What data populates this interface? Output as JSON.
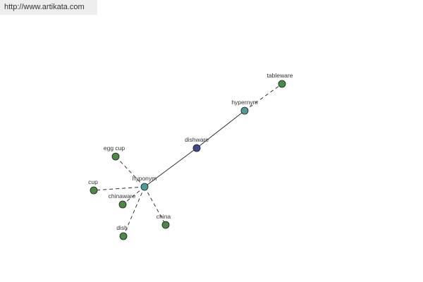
{
  "banner": {
    "url": "http://www.artikata.com"
  },
  "colors": {
    "leaf": "#4a8a44",
    "relation": "#4d9a9a",
    "center": "#3d4a8c"
  },
  "graph": {
    "nodes": [
      {
        "id": "dishware",
        "label": "dishware",
        "kind": "center"
      },
      {
        "id": "hypernym",
        "label": "hypernym",
        "kind": "relation"
      },
      {
        "id": "hyponym",
        "label": "hyponym",
        "kind": "relation"
      },
      {
        "id": "tableware",
        "label": "tableware",
        "kind": "leaf"
      },
      {
        "id": "egg-cup",
        "label": "egg cup",
        "kind": "leaf"
      },
      {
        "id": "cup",
        "label": "cup",
        "kind": "leaf"
      },
      {
        "id": "chinaware",
        "label": "chinaware",
        "kind": "leaf"
      },
      {
        "id": "china",
        "label": "china",
        "kind": "leaf"
      },
      {
        "id": "dish",
        "label": "dish",
        "kind": "leaf"
      }
    ],
    "edges": [
      {
        "from": "dishware",
        "to": "hypernym",
        "style": "solid"
      },
      {
        "from": "dishware",
        "to": "hyponym",
        "style": "solid"
      },
      {
        "from": "hypernym",
        "to": "tableware",
        "style": "dashed"
      },
      {
        "from": "hyponym",
        "to": "egg-cup",
        "style": "dashed"
      },
      {
        "from": "hyponym",
        "to": "cup",
        "style": "dashed"
      },
      {
        "from": "hyponym",
        "to": "chinaware",
        "style": "dashed"
      },
      {
        "from": "hyponym",
        "to": "china",
        "style": "dashed"
      },
      {
        "from": "hyponym",
        "to": "dish",
        "style": "dashed"
      }
    ]
  }
}
